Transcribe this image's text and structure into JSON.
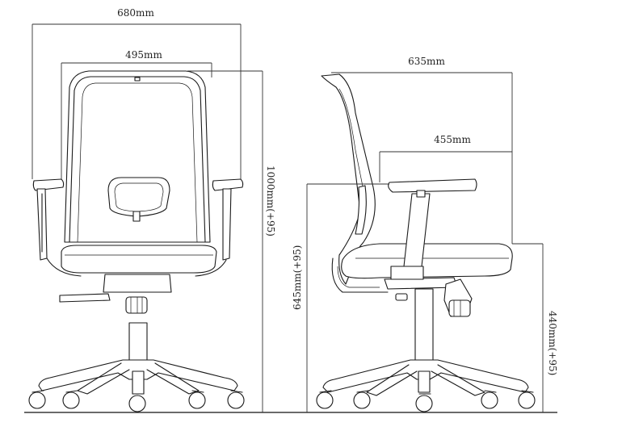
{
  "front_view": {
    "overall_width_label": "680mm",
    "backrest_width_label": "495mm",
    "overall_height_label": "1000mm(+95)"
  },
  "side_view": {
    "overall_depth_label": "635mm",
    "seat_depth_label": "455mm",
    "armrest_height_label": "645mm(+95)",
    "seat_height_label": "440mm(+95)"
  }
}
